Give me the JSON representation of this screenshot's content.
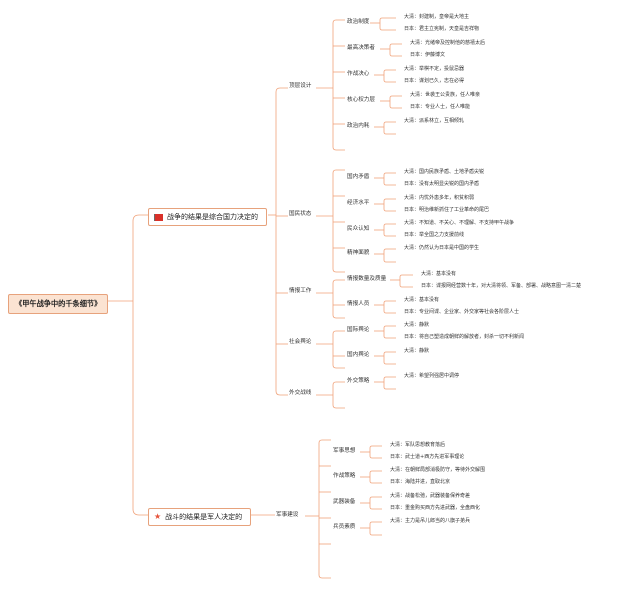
{
  "root": "《甲午战争中的千条细节》",
  "colors": {
    "line": "#f0a27a",
    "root_bg": "#fbe3d2",
    "flag": "#d9312a",
    "star": "#e6523a"
  },
  "branches": [
    {
      "title": "战争的结果是综合国力决定的",
      "icon": "flag-icon",
      "children": [
        {
          "title": "顶层设计",
          "children": [
            {
              "title": "政治制度",
              "leaves": [
                "大清：封建制，皇帝是大地主",
                "日本：君主立宪制，天皇是吉祥物"
              ]
            },
            {
              "title": "最高决策者",
              "leaves": [
                "大清：光绪帝及控制他的慈禧太后",
                "日本：伊藤博文"
              ]
            },
            {
              "title": "作战决心",
              "leaves": [
                "大清：举棋不定，投鼠忌器",
                "日本：谋划已久，志在必得"
              ]
            },
            {
              "title": "核心权力层",
              "leaves": [
                "大清：世袭王公贵族，任人唯亲",
                "日本：专业人士，任人唯能"
              ]
            },
            {
              "title": "政治内耗",
              "leaves": [
                "大清：派系林立，互相倾轧"
              ]
            }
          ]
        },
        {
          "title": "国民状态",
          "children": [
            {
              "title": "国内矛盾",
              "leaves": [
                "大清：国内民族矛盾、土地矛盾尖锐",
                "日本：没有太明显尖锐的国内矛盾"
              ]
            },
            {
              "title": "经济水平",
              "leaves": [
                "大清：内忧外患多年，积贫积弱",
                "日本：明治维新抓住了工业革命的尾巴"
              ]
            },
            {
              "title": "民众认知",
              "leaves": [
                "大清：不知道、不关心、不理解、不支持甲午战争",
                "日本：举全国之力支援前线"
              ]
            },
            {
              "title": "精神面貌",
              "leaves": [
                "大清：仍然认为日本是中国的学生"
              ]
            }
          ]
        },
        {
          "title": "情报工作",
          "children": [
            {
              "title": "情报数量及质量",
              "leaves": [
                "大清：基本没有",
                "日本：谍报网经营数十年，对大清将领、军备、部署、战略意图一清二楚"
              ]
            },
            {
              "title": "情报人员",
              "leaves": [
                "大清：基本没有",
                "日本：专业间谍、企业家、外交家等社会各阶层人士"
              ]
            }
          ]
        },
        {
          "title": "社会舆论",
          "children": [
            {
              "title": "国际舆论",
              "leaves": [
                "大清：静默",
                "日本：将自己塑造成朝鲜的解放者，封杀一切不利新闻"
              ]
            },
            {
              "title": "国内舆论",
              "leaves": [
                "大清：静默"
              ]
            }
          ]
        },
        {
          "title": "外交战线",
          "children": [
            {
              "title": "外交策略",
              "leaves": [
                "大清：希望列强居中调停"
              ]
            }
          ]
        }
      ]
    },
    {
      "title": "战斗的结果是军人决定的",
      "icon": "star-icon",
      "children": [
        {
          "title": "军事建设",
          "children": [
            {
              "title": "军事思想",
              "leaves": [
                "大清：军队思想教育落后",
                "日本：武士道+西方先进军事理论"
              ]
            },
            {
              "title": "作战策略",
              "leaves": [
                "大清：在朝鲜局部消极防守，等待外交解围",
                "日本：海陆并进，直取北京"
              ]
            },
            {
              "title": "武器装备",
              "leaves": [
                "大清：战备松弛，武器装备保养奇差",
                "日本：重金购买西方先进武器，全盘西化"
              ]
            },
            {
              "title": "兵员素质",
              "leaves": [
                "大清：主力是吊儿郎当的八旗子弟兵"
              ]
            }
          ]
        }
      ]
    }
  ]
}
